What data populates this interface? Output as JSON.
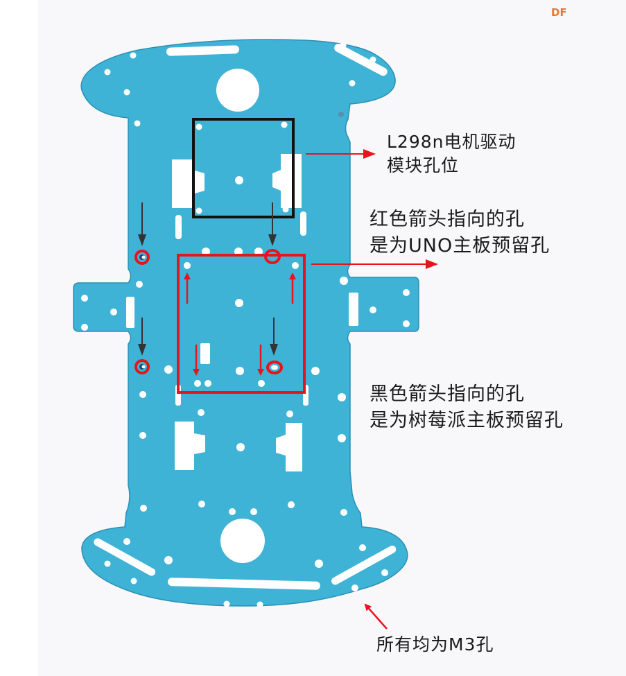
{
  "watermark": {
    "text": "DF",
    "color": "#e8753a"
  },
  "plate": {
    "color": "#3fb3d6",
    "edge_color": "#2a8fb3",
    "hole_color": "#ffffff"
  },
  "annotations": {
    "l298n": {
      "lines": [
        "L298n电机驱动",
        "模块孔位"
      ],
      "box_color": "#111111",
      "arrow_color": "#e8141c"
    },
    "uno": {
      "lines": [
        "红色箭头指向的孔",
        "是为UNO主板预留孔"
      ],
      "box_color": "#e8141c",
      "arrow_color": "#e8141c"
    },
    "raspberry_pi": {
      "lines": [
        "黑色箭头指向的孔",
        "是为树莓派主板预留孔"
      ],
      "arrow_color": "#333333"
    },
    "m3": {
      "lines": [
        "所有均为M3孔"
      ],
      "arrow_color": "#e8141c"
    }
  }
}
